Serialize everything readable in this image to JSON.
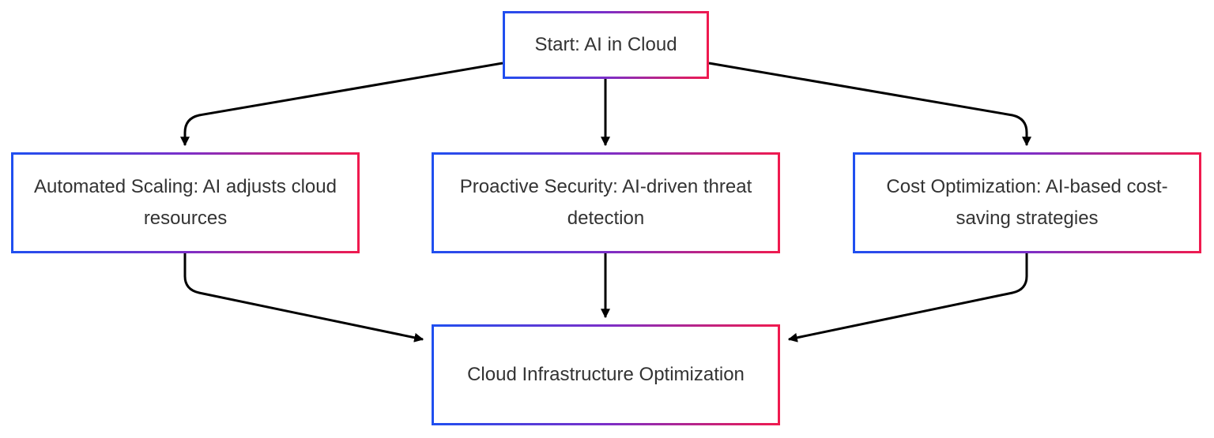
{
  "diagram": {
    "nodes": {
      "start": "Start: AI in Cloud",
      "scaling": "Automated Scaling: AI adjusts cloud resources",
      "security": "Proactive Security: AI-driven threat detection",
      "cost": "Cost Optimization: AI-based cost-saving strategies",
      "infra": "Cloud Infrastructure Optimization"
    },
    "edges": [
      {
        "from": "start",
        "to": "scaling"
      },
      {
        "from": "start",
        "to": "security"
      },
      {
        "from": "start",
        "to": "cost"
      },
      {
        "from": "scaling",
        "to": "infra"
      },
      {
        "from": "security",
        "to": "infra"
      },
      {
        "from": "cost",
        "to": "infra"
      }
    ],
    "colors": {
      "border_start": "#1f4ff0",
      "border_mid": "#7b2fc9",
      "border_end": "#f01a4e",
      "text": "#333333",
      "edge": "#000000"
    }
  }
}
